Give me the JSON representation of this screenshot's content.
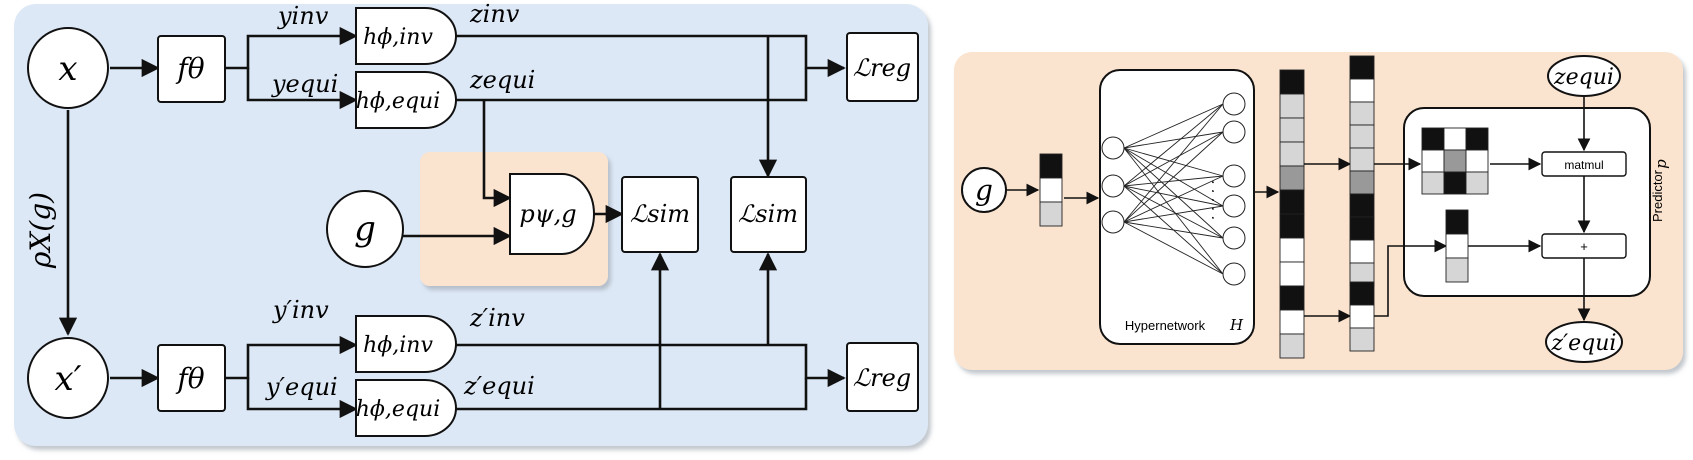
{
  "colors": {
    "left_panel_bg": "#dde8f6",
    "right_panel_bg": "#fbe4cf",
    "predictor_highlight": "#fbe4cf",
    "cell_black": "#111111",
    "cell_dark": "#999999",
    "cell_light": "#d6d6d6",
    "cell_white": "#ffffff"
  },
  "left": {
    "x": "x",
    "x_prime": "x′",
    "g": "g",
    "rho": "ρX(g)",
    "f_top": "fθ",
    "f_bot": "fθ",
    "h_inv_top": "hϕ,inv",
    "h_equi_top": "hϕ,equi",
    "h_inv_bot": "hϕ,inv",
    "h_equi_bot": "hϕ,equi",
    "p": "pψ,g",
    "y_inv": "yinv",
    "y_equi": "yequi",
    "y_inv_p": "y′inv",
    "y_equi_p": "y′equi",
    "z_inv": "zinv",
    "z_equi": "zequi",
    "z_inv_p": "z′inv",
    "z_equi_p": "z′equi",
    "L_reg_top": "ℒreg",
    "L_reg_bot": "ℒreg",
    "L_sim_1": "ℒsim",
    "L_sim_2": "ℒsim"
  },
  "right": {
    "g": "g",
    "hypernetwork_label": "Hypernetwork",
    "hypernetwork_symbol": "H",
    "predictor_label": "Predictor",
    "predictor_symbol": "p",
    "z_equi": "zequi",
    "z_equi_p": "z′equi",
    "matmul": "matmul",
    "plus": "+",
    "dots": "· · · · ·"
  }
}
